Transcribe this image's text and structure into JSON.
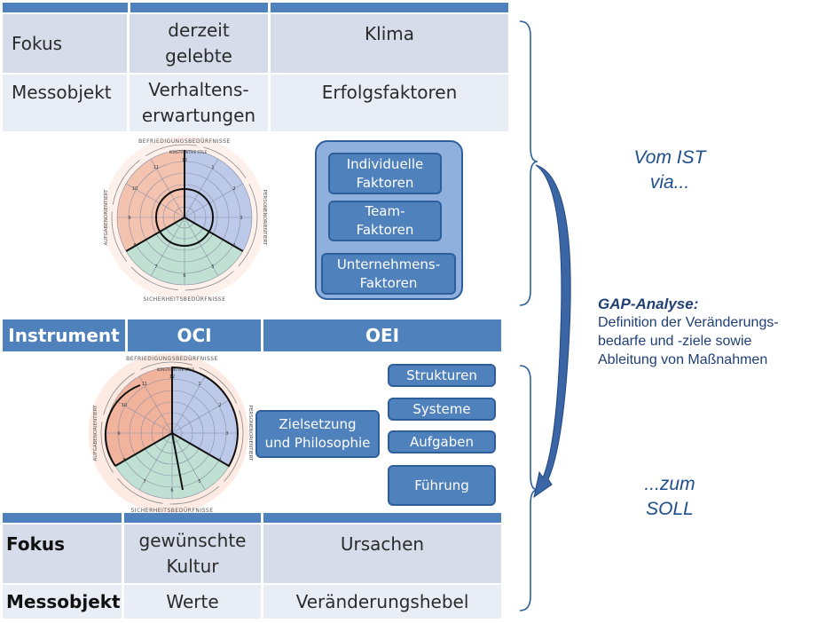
{
  "top_table": {
    "row1": {
      "label": "Fokus",
      "oci": "derzeit\ngelebte",
      "oei": "Klima"
    },
    "row2": {
      "label": "Messobjekt",
      "oci": "Verhaltens-\nerwartungen",
      "oei": "Erfolgsfaktoren"
    }
  },
  "wheel_labels": {
    "top": "BEFRIEDIGUNGSBEDÜRFNISSE",
    "bottom": "SICHERHEITSBEDÜRFNISSE",
    "right": "PERSONENORIENTIERT",
    "left": "AUFGABENORIENTIERT",
    "sub_top": "KONSTRUKTIVE STILE",
    "numbers": [
      "12",
      "1",
      "2",
      "3",
      "4",
      "5",
      "6",
      "7",
      "8",
      "9",
      "10",
      "11"
    ]
  },
  "top_factors": [
    "Individuelle\nFaktoren",
    "Team-\nFaktoren",
    "Unternehmens-\nFaktoren"
  ],
  "header": {
    "instrument": "Instrument",
    "oci": "OCI",
    "oei": "OEI"
  },
  "lower": {
    "center_box": "Zielsetzung\nund Philosophie",
    "right_boxes": [
      "Strukturen",
      "Systeme",
      "Aufgaben",
      "Führung"
    ]
  },
  "bottom_table": {
    "row1": {
      "label": "Fokus",
      "oci": "gewünschte\nKultur",
      "oei": "Ursachen"
    },
    "row2": {
      "label": "Messobjekt",
      "oci": "Werte",
      "oei": "Veränderungshebel"
    }
  },
  "side": {
    "vom_ist": "Vom IST\nvia...",
    "gap_title": "GAP-Analyse:",
    "gap_lines": [
      "Definition der Veränderungs-",
      "bedarfe und -ziele sowie",
      "Ableitung von Maßnahmen"
    ],
    "zum_soll": "...zum\nSOLL"
  },
  "colors": {
    "accent": "#4f81bd",
    "row_dark": "#d6dcea",
    "row_light": "#e9edf6",
    "text_blue": "#1f4e8c"
  }
}
